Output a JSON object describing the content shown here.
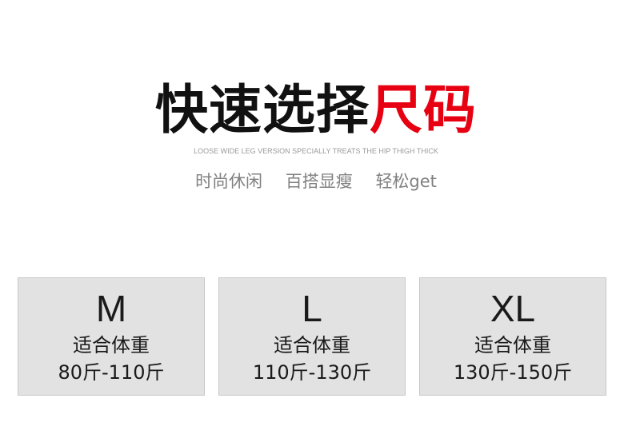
{
  "header": {
    "title_main": "快速选择",
    "title_accent": "尺码",
    "subtitle_en": "LOOSE WIDE LEG VERSION SPECIALLY TREATS THE HIP THIGH THICK",
    "taglines": [
      "时尚休闲",
      "百搭显瘦",
      "轻松get"
    ]
  },
  "colors": {
    "accent": "#e60012",
    "title": "#111111",
    "card_bg": "#e2e2e2"
  },
  "sizes": [
    {
      "size": "M",
      "fit_label": "适合体重",
      "range": "80斤-110斤"
    },
    {
      "size": "L",
      "fit_label": "适合体重",
      "range": "110斤-130斤"
    },
    {
      "size": "XL",
      "fit_label": "适合体重",
      "range": "130斤-150斤"
    }
  ]
}
